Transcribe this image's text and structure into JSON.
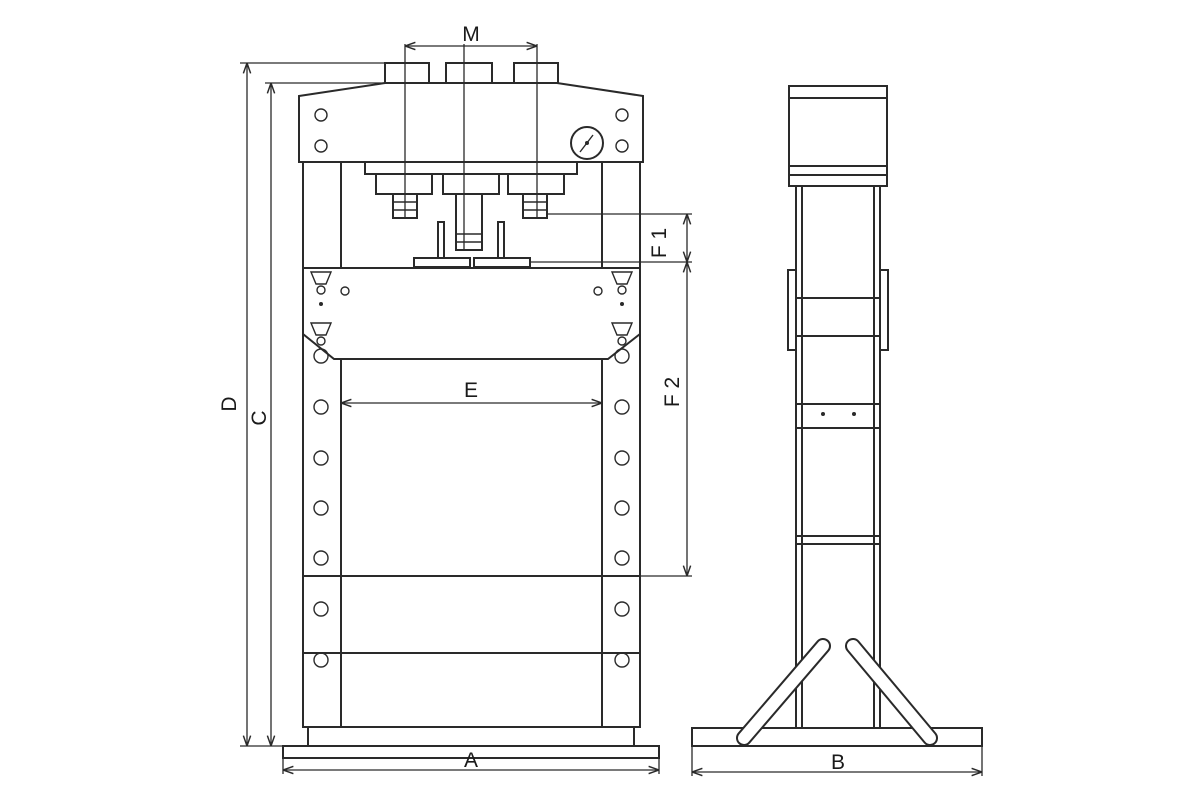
{
  "diagram": {
    "front_view": {
      "dimensions": {
        "m": "M",
        "d": "D",
        "c": "C",
        "e": "E",
        "f1": "F 1",
        "f2": "F 2",
        "a": "A"
      }
    },
    "side_view": {
      "dimensions": {
        "b": "B"
      }
    }
  }
}
